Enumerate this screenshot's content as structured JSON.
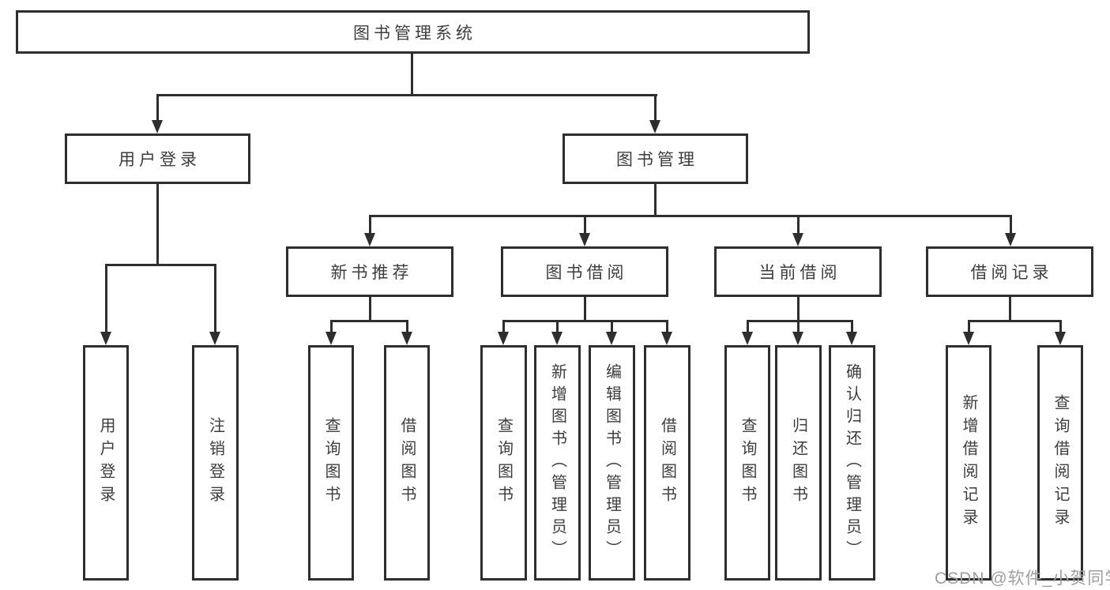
{
  "colors": {
    "line": "#2e2e2e",
    "text": "#3d3d3d",
    "watermark": "#9e9e9e",
    "background": "#ffffff"
  },
  "root": {
    "label": "图书管理系统"
  },
  "branches": {
    "user": {
      "label": "用户登录",
      "children": {
        "login": {
          "label": "用户登录"
        },
        "logout": {
          "label": "注销登录"
        }
      }
    },
    "book": {
      "label": "图书管理",
      "sections": {
        "recommend": {
          "label": "新书推荐",
          "children": {
            "query": {
              "label": "查询图书"
            },
            "borrow": {
              "label": "借阅图书"
            }
          }
        },
        "borrow": {
          "label": "图书借阅",
          "children": {
            "query": {
              "label": "查询图书"
            },
            "add": {
              "label": "新增图书（管理员）"
            },
            "edit": {
              "label": "编辑图书（管理员）"
            },
            "borrow": {
              "label": "借阅图书"
            }
          }
        },
        "current": {
          "label": "当前借阅",
          "children": {
            "query": {
              "label": "查询图书"
            },
            "return": {
              "label": "归还图书"
            },
            "confirm": {
              "label": "确认归还（管理员）"
            }
          }
        },
        "records": {
          "label": "借阅记录",
          "children": {
            "add": {
              "label": "新增借阅记录"
            },
            "query": {
              "label": "查询借阅记录"
            }
          }
        }
      }
    }
  },
  "watermark": {
    "text": "CSDN @软件_小贺同学"
  }
}
